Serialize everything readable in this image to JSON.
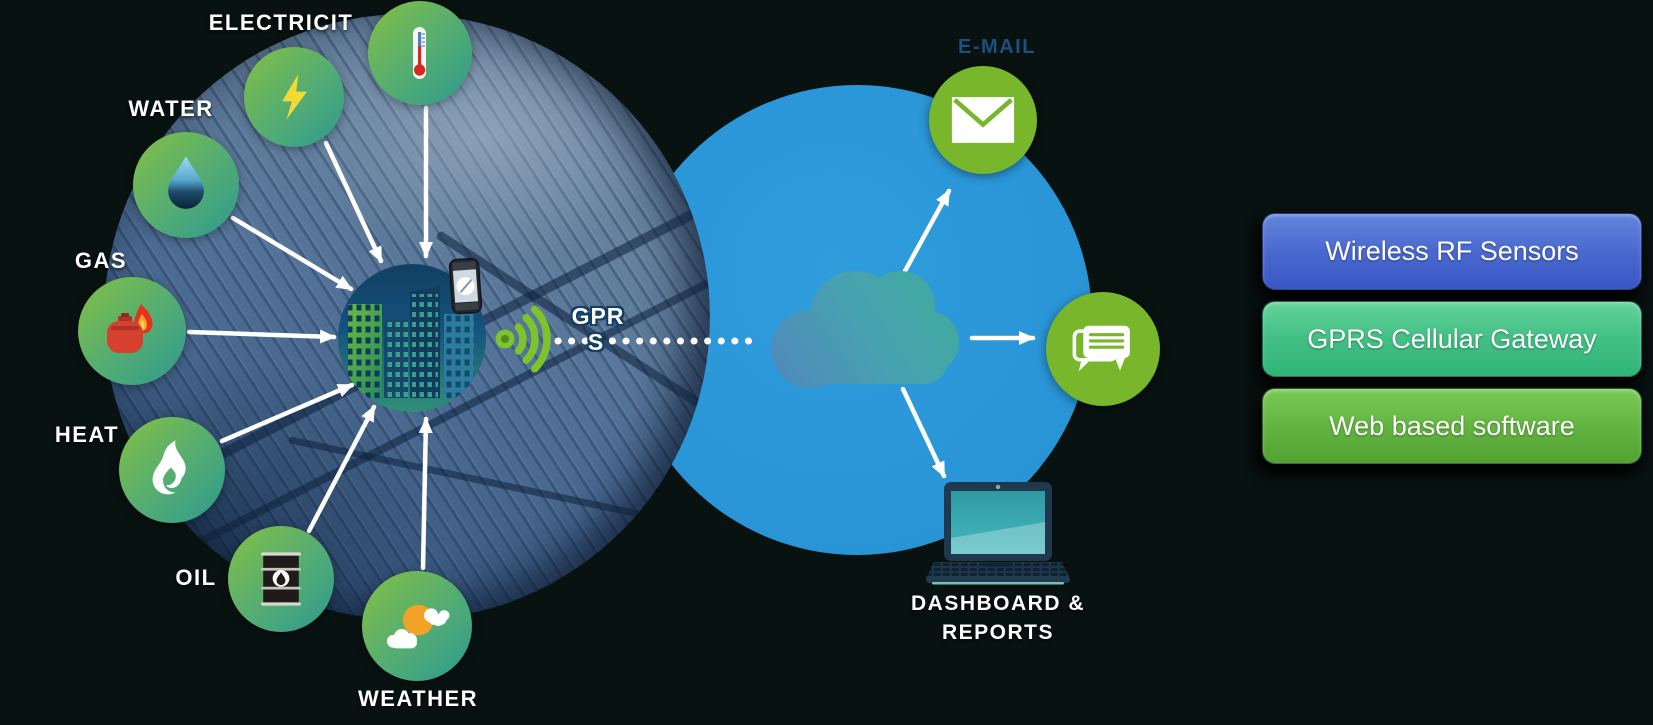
{
  "diagram_title": "",
  "sensors": {
    "items": [
      {
        "label": "ELECTRICIT",
        "icon": "lightning-icon"
      },
      {
        "label": "",
        "icon": "thermometer-icon"
      },
      {
        "label": "WATER",
        "icon": "water-drop-icon"
      },
      {
        "label": "GAS",
        "icon": "gas-cylinder-flame-icon"
      },
      {
        "label": "HEAT",
        "icon": "flame-icon"
      },
      {
        "label": "OIL",
        "icon": "oil-barrel-icon"
      },
      {
        "label": "WEATHER",
        "icon": "sun-clouds-icon"
      }
    ]
  },
  "hub": {
    "icon": "city-buildings-icon",
    "device_icon": "mobile-phone-icon",
    "signal_icon": "rf-signal-icon",
    "gprs_line1": "GPR",
    "gprs_line2": "S"
  },
  "cloud": {
    "icon": "cloud-icon"
  },
  "outputs": {
    "email": {
      "label": "E-MAIL",
      "icon": "envelope-icon"
    },
    "sms": {
      "icon": "chat-bubbles-icon"
    },
    "dashboard": {
      "label_line1": "DASHBOARD &",
      "label_line2": "REPORTS",
      "icon": "laptop-icon"
    }
  },
  "legend_buttons": [
    {
      "label": "Wireless RF Sensors",
      "color_top": "#6286dc",
      "color_bottom": "#3a57c4"
    },
    {
      "label": "GPRS Cellular Gateway",
      "color_top": "#62d39a",
      "color_bottom": "#2fb478"
    },
    {
      "label": "Web based software",
      "color_top": "#7ac957",
      "color_bottom": "#52a233"
    }
  ],
  "colors": {
    "background": "#081210",
    "sensor_gradient_start": "#84c044",
    "sensor_gradient_end": "#2d9a8f",
    "platform_blue": "#2a96d8",
    "output_green": "#78b62b",
    "signal_green": "#7cc32c",
    "navy_text": "#1b5080",
    "arrow_white": "#ffffff"
  }
}
